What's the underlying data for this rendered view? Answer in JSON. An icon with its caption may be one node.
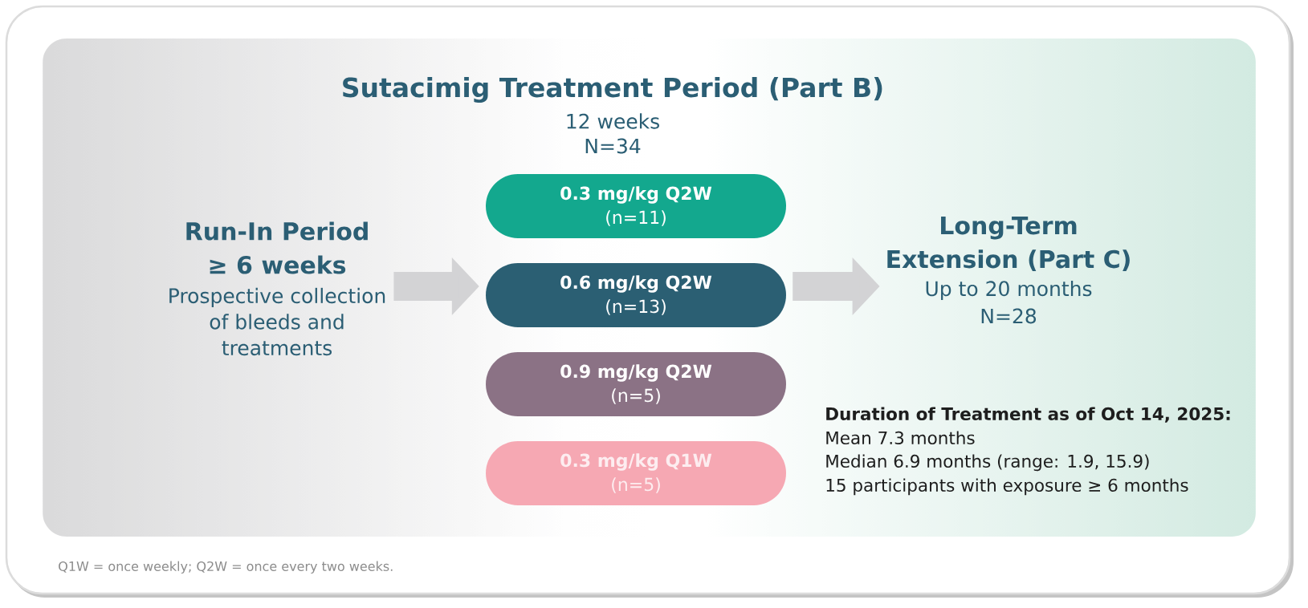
{
  "diagram": {
    "nodes": [
      {
        "text": [
          "Run-In Period ≥ 6 weeks",
          "Prospective collection of bleeds and treatments"
        ]
      },
      {
        "text": [
          "Sutacimig Treatment Period (Part B)",
          "12 weeks",
          "N=34"
        ]
      },
      {
        "text": [
          "0.3 mg/kg Q2W",
          "(n=11)"
        ],
        "in": 1
      },
      {
        "text": [
          "0.6 mg/kg Q2W",
          "(n=13)"
        ],
        "in": 1
      },
      {
        "text": [
          "0.9 mg/kg Q2W",
          "(n=5)"
        ],
        "in": 1
      },
      {
        "text": [
          "0.3 mg/kg Q1W",
          "(n=5)"
        ],
        "in": 1
      },
      {
        "text": [
          "Long-Term Extension (Part C)",
          "Up to 20 months",
          "N=28"
        ]
      }
    ],
    "edges": [
      {
        "from": 0,
        "to": 3,
        "arrow": "to"
      },
      {
        "from": 3,
        "to": 6,
        "arrow": "to"
      }
    ],
    "labels": [
      "Duration of Treatment as of Oct 14, 2025:",
      "Mean 7.3 months",
      "Median 6.9 months (range: 1.9, 15.9)",
      "15 participants with exposure ≥ 6 months",
      "Q1W = once weekly; Q2W = once every two weeks."
    ]
  }
}
